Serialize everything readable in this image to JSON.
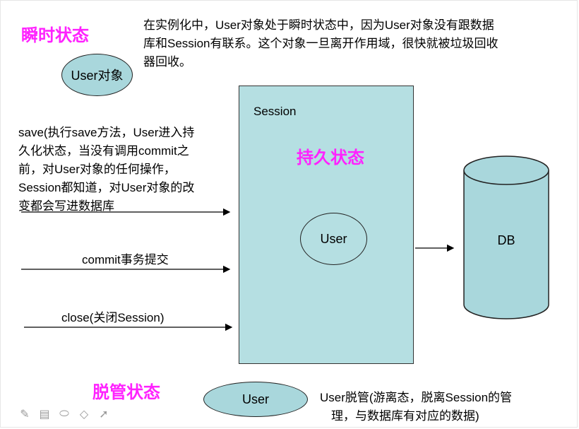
{
  "transient": {
    "title": "瞬时状态",
    "description_lines": [
      "在实例化中，User对象处于瞬时状态中，因为User对象没有跟数据",
      "库和Session有联系。这个对象一旦离开作用域，很快就被垃圾回收",
      "器回收。"
    ],
    "object_label": "User对象"
  },
  "session": {
    "label": "Session",
    "persistent_title": "持久状态",
    "user_label": "User"
  },
  "save_text_lines": [
    "save(执行save方法，User进入持",
    "久化状态，当没有调用commit之",
    "前，对User对象的任何操作，",
    "Session都知道，对User对象的改",
    "变都会写进数据库"
  ],
  "commit_label": "commit事务提交",
  "close_label": "close(关闭Session)",
  "db_label": "DB",
  "detached": {
    "title": "脱管状态",
    "user_label": "User",
    "description_lines": [
      "User脱管(游离态，脱离Session的管",
      "理，与数据库有对应的数据)"
    ]
  },
  "colors": {
    "title": "#ff22ff",
    "shape_fill": "#a9d7dc",
    "session_fill": "#b5dfe2"
  },
  "toolbar_icons": [
    "pencil-icon",
    "screen-icon",
    "eraser-icon",
    "diamond-icon",
    "cursor-icon"
  ]
}
